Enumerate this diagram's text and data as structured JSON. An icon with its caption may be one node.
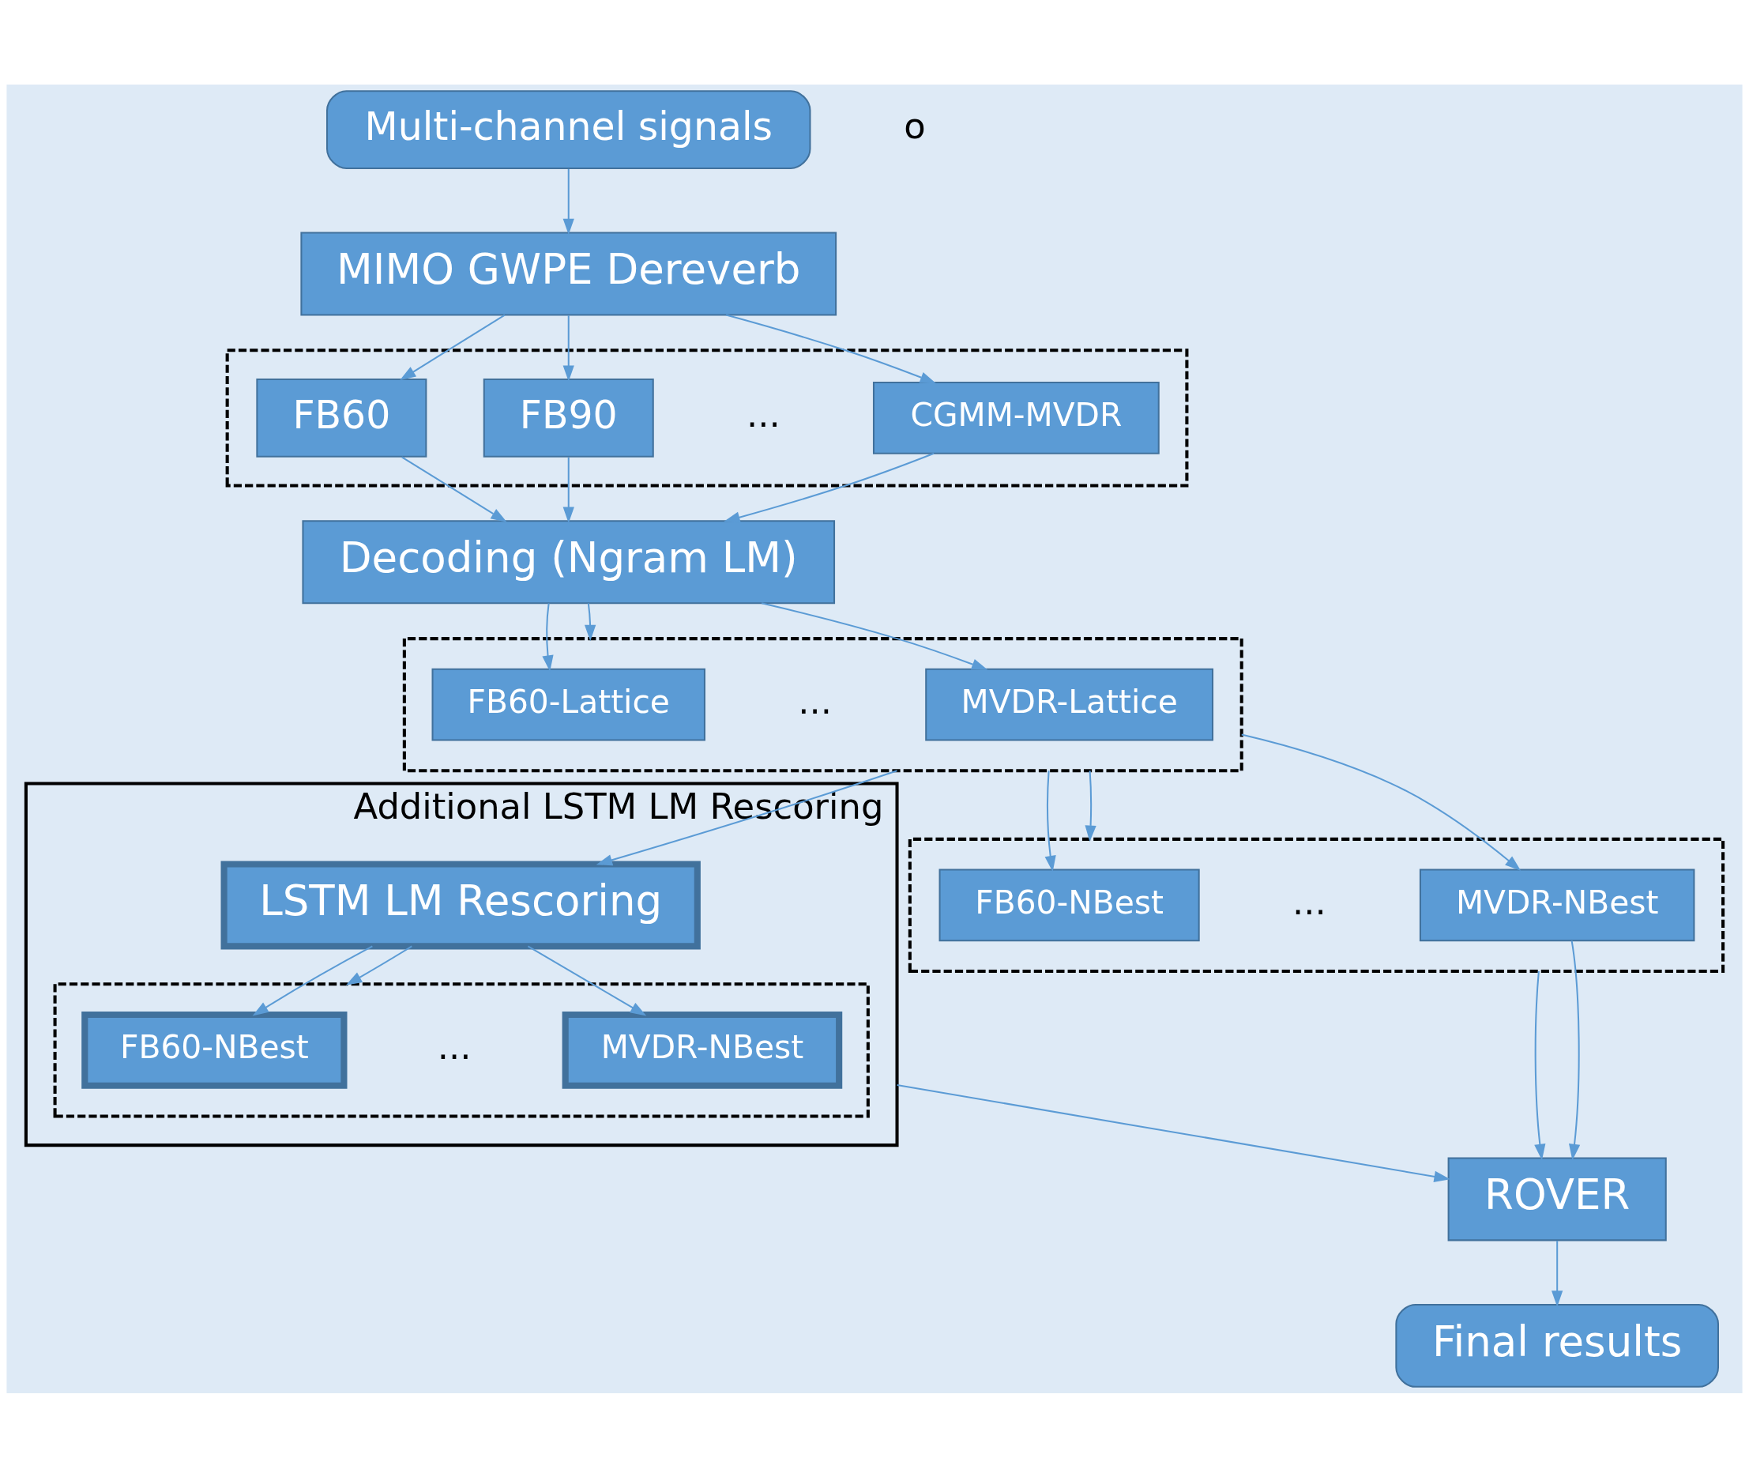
{
  "diagram": {
    "nodes": [
      {
        "text": [
          "Multi-channel signals"
        ]
      },
      {
        "text": [
          "MIMO GWPE Dereverb"
        ]
      },
      {
        "text": [],
        "shape": "box"
      },
      {
        "text": [
          "FB60"
        ],
        "in": 2
      },
      {
        "text": [
          "FB90"
        ],
        "in": 2
      },
      {
        "text": [
          "CGMM-MVDR"
        ],
        "in": 2
      },
      {
        "text": [
          "Decoding (Ngram LM)"
        ]
      },
      {
        "text": [],
        "shape": "box"
      },
      {
        "text": [
          "FB60-Lattice"
        ],
        "in": 7
      },
      {
        "text": [
          "MVDR-Lattice"
        ],
        "in": 7
      },
      {
        "text": [],
        "shape": "box"
      },
      {
        "text": [
          "FB60-NBest"
        ],
        "in": 10
      },
      {
        "text": [
          "MVDR-NBest"
        ],
        "in": 10
      },
      {
        "text": [
          "Additional LSTM LM Rescoring"
        ]
      },
      {
        "text": [
          "LSTM LM Rescoring"
        ],
        "in": 13
      },
      {
        "text": [],
        "shape": "box",
        "in": 13
      },
      {
        "text": [
          "FB60-NBest"
        ],
        "in": 15
      },
      {
        "text": [
          "MVDR-NBest"
        ],
        "in": 15
      },
      {
        "text": [
          "ROVER"
        ]
      },
      {
        "text": [
          "Final results"
        ]
      }
    ],
    "edges": [
      {
        "from": 0,
        "to": 1,
        "arrow": "to"
      },
      {
        "from": 1,
        "to": 3,
        "arrow": "to"
      },
      {
        "from": 1,
        "to": 4,
        "arrow": "to"
      },
      {
        "from": 1,
        "to": 5,
        "arrow": "to"
      },
      {
        "from": 3,
        "to": 6,
        "arrow": "to"
      },
      {
        "from": 4,
        "to": 6,
        "arrow": "to"
      },
      {
        "from": 5,
        "to": 6,
        "arrow": "to"
      },
      {
        "from": 6,
        "to": 8,
        "arrow": "to"
      },
      {
        "from": 6,
        "to": 7,
        "arrow": "to"
      },
      {
        "from": 6,
        "to": 9,
        "arrow": "to"
      },
      {
        "from": 7,
        "to": 11,
        "arrow": "to"
      },
      {
        "from": 7,
        "to": 10,
        "arrow": "to"
      },
      {
        "from": 7,
        "to": 12,
        "arrow": "to"
      },
      {
        "from": 7,
        "to": 14,
        "arrow": "to"
      },
      {
        "from": 14,
        "to": 16,
        "arrow": "to"
      },
      {
        "from": 14,
        "to": 15,
        "arrow": "to"
      },
      {
        "from": 14,
        "to": 17,
        "arrow": "to"
      },
      {
        "from": 10,
        "to": 18,
        "arrow": "to"
      },
      {
        "from": 12,
        "to": 18,
        "arrow": "to"
      },
      {
        "from": 13,
        "to": 18,
        "arrow": "to"
      },
      {
        "from": 18,
        "to": 19,
        "arrow": "to"
      }
    ],
    "labels": [
      "o",
      "...",
      "...",
      "...",
      "..."
    ]
  }
}
